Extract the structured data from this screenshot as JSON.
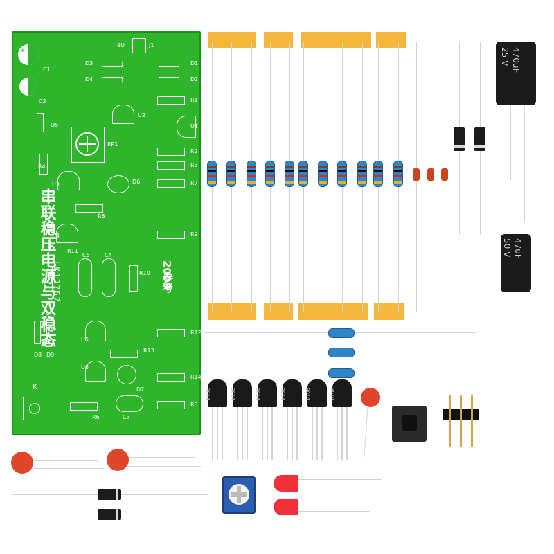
{
  "pcb": {
    "title_cn": "串联稳压电源与双稳态",
    "part_code": "LK13757",
    "year": "2009",
    "ref_cn": "参考",
    "labels": {
      "u9": "9U",
      "j1": "J1",
      "d1": "D1",
      "d2": "D2",
      "d3": "D3",
      "d4": "D4",
      "c1": "C1",
      "c2": "C2",
      "d5": "D5",
      "r1": "R1",
      "u2": "U2",
      "u1": "U1",
      "rp1": "RP1",
      "r2": "R2",
      "r3": "R3",
      "r4": "R4",
      "u3": "U3",
      "d6": "D6",
      "r7": "R7",
      "r8": "R8",
      "u4": "U4",
      "r9": "R9",
      "r11": "R11",
      "c5": "C5",
      "c4": "C4",
      "r10": "R10",
      "r12": "R12",
      "d8": "D8",
      "d9": "D9",
      "u5": "U5",
      "r13": "R13",
      "u6": "U6",
      "d7": "D7",
      "r14": "R14",
      "k": "K",
      "r6": "R6",
      "c3": "C3",
      "r5": "R5"
    }
  },
  "capacitors": {
    "cap_upper": {
      "line1": "470uF",
      "line2": "25 V"
    },
    "cap_lower": {
      "line1": "47uF",
      "line2": "50 V"
    }
  },
  "transistors": {
    "marking": "9014"
  },
  "colors": {
    "pcb_green": "#2fb52c",
    "tape_orange": "#f4b63b",
    "resistor_blue": "#2f84c8",
    "led_red": "#f2303a",
    "ceramic_red": "#e0462a"
  }
}
